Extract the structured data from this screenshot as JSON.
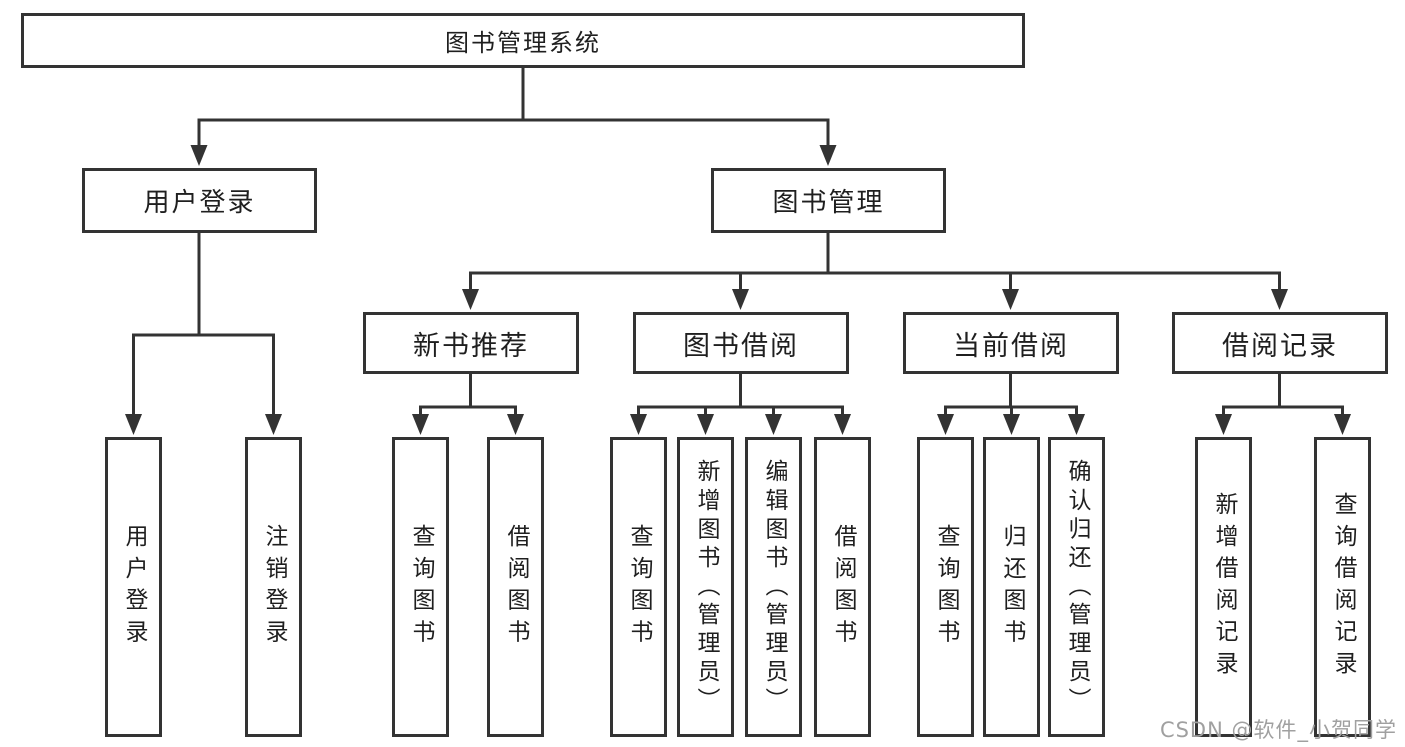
{
  "nodes": {
    "root": "图书管理系统",
    "user_login": "用户登录",
    "book_mgmt": "图书管理",
    "new_book": "新书推荐",
    "book_borrow": "图书借阅",
    "current_borrow": "当前借阅",
    "borrow_record": "借阅记录",
    "leaves": {
      "user_login": [
        "用户登录",
        "注销登录"
      ],
      "new_book": [
        "查询图书",
        "借阅图书"
      ],
      "book_borrow": [
        "查询图书",
        "新增图书（管理员）",
        "编辑图书（管理员）",
        "借阅图书"
      ],
      "current_borrow": [
        "查询图书",
        "归还图书",
        "确认归还（管理员）"
      ],
      "borrow_record": [
        "新增借阅记录",
        "查询借阅记录"
      ]
    }
  },
  "watermark": "CSDN @软件_小贺同学",
  "colors": {
    "line": "#333333",
    "box_border": "#333333",
    "text": "#1f1f1f",
    "watermark": "#a0a0a0",
    "background": "#ffffff"
  }
}
